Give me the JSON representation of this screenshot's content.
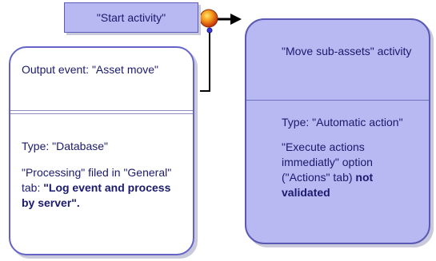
{
  "start_label": "\"Start activity\"",
  "source_card": {
    "output_event": "Output event: \"Asset move\"",
    "type": "Type: \"Database\"",
    "processing_prefix": "\"Processing\" filed in \"General\" tab: ",
    "processing_value": "\"Log event and process by server\"."
  },
  "target_card": {
    "title": "\"Move sub-assets\" activity",
    "type": "Type: \"Automatic action\"",
    "option_prefix": "\"Execute actions immediatly\" option (\"Actions\" tab) ",
    "option_value": "not validated"
  },
  "colors": {
    "node_fill": "#b8b8f2",
    "node_border": "#5c5cb8",
    "text": "#1a1a6e",
    "start_dot": "#e8620a",
    "arrow": "#000000"
  }
}
